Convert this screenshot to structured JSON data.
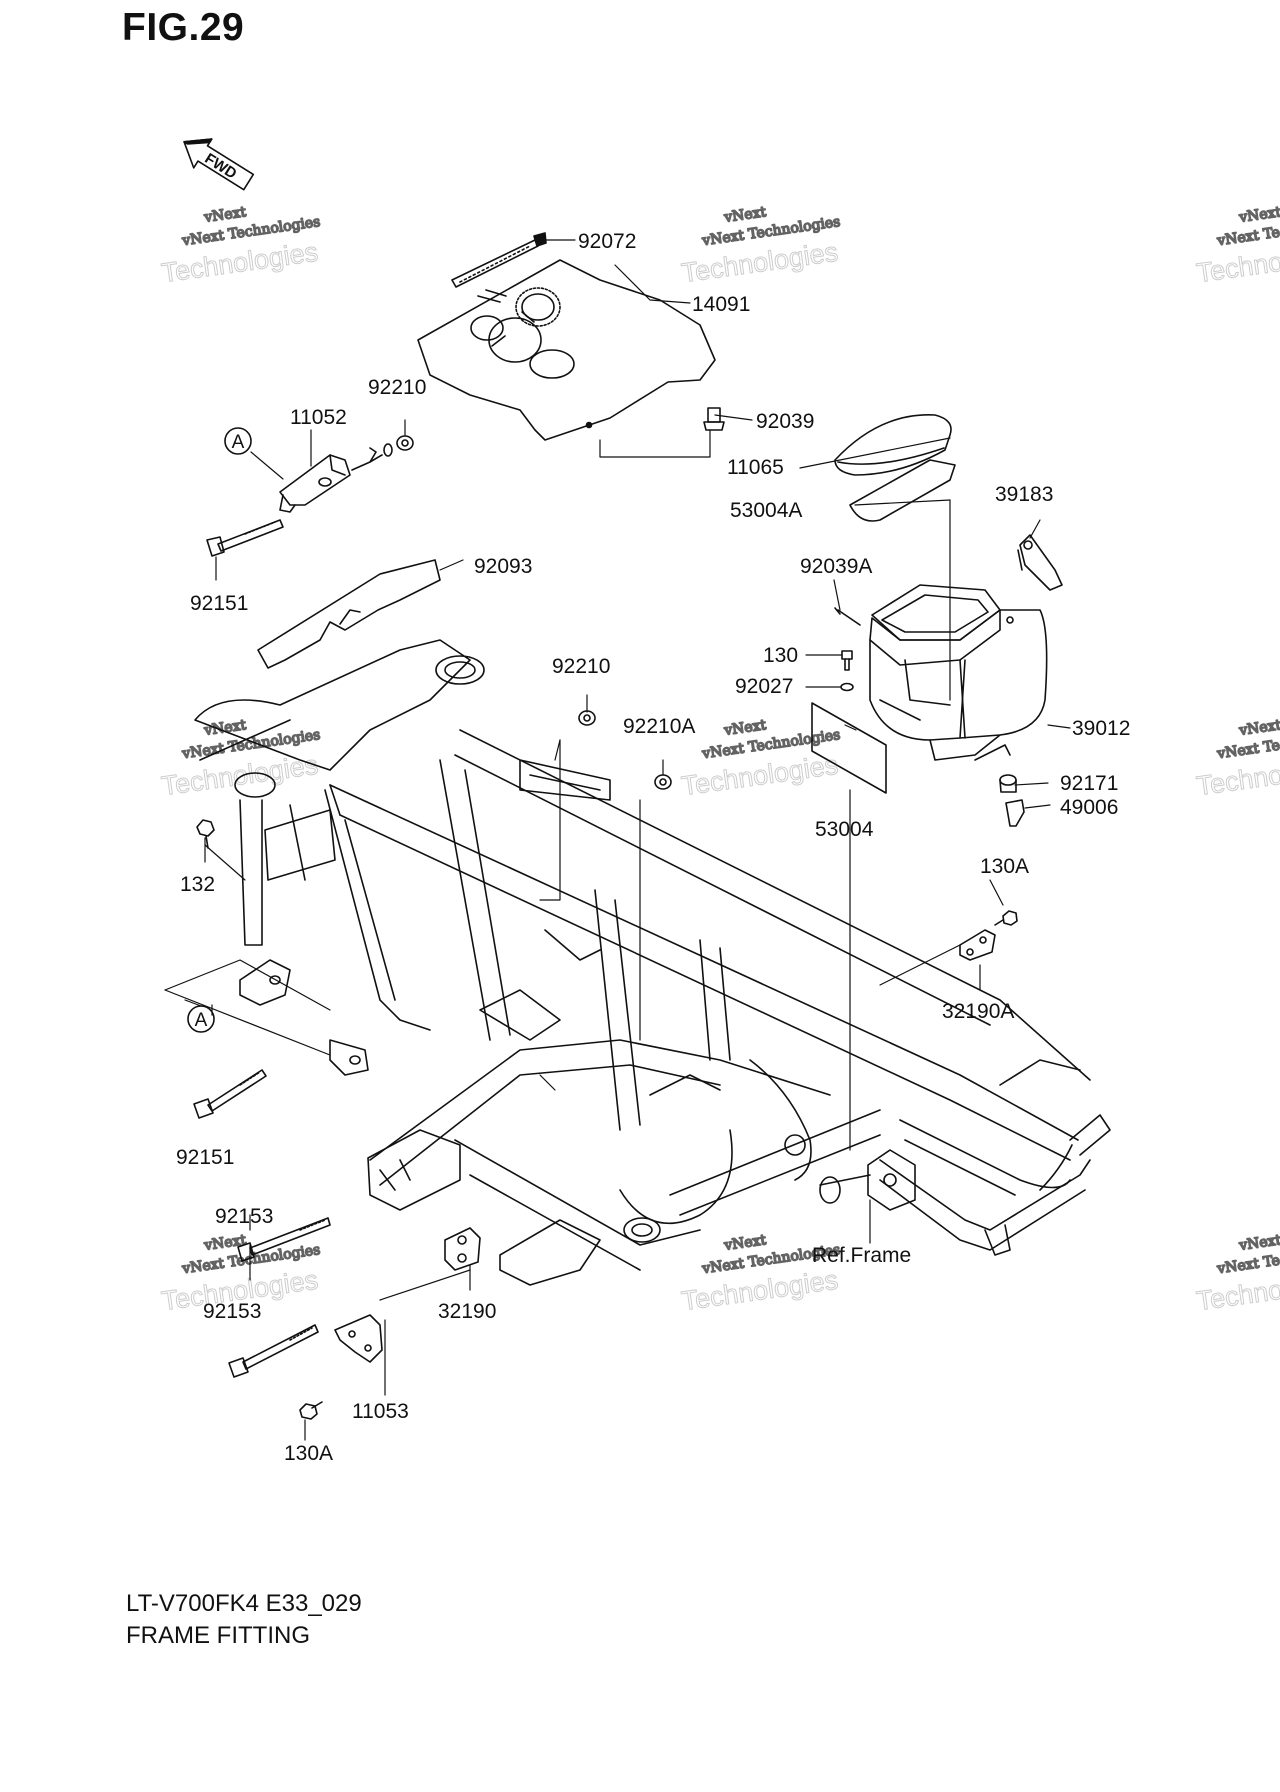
{
  "header": {
    "figure": "FIG.29"
  },
  "footer": {
    "model_code": "LT-V700FK4 E33_029",
    "section_name": "FRAME FITTING"
  },
  "fwd_arrow": {
    "label": "FWD",
    "icon": "fwd-arrow-icon"
  },
  "watermark": {
    "line1": "vNext",
    "line2": "vNext Technologies",
    "line3": "Technologies"
  },
  "callouts": {
    "a": "A"
  },
  "parts": [
    {
      "id": "92072",
      "label": "92072"
    },
    {
      "id": "14091",
      "label": "14091"
    },
    {
      "id": "92210-top",
      "label": "92210"
    },
    {
      "id": "11052",
      "label": "11052"
    },
    {
      "id": "92039",
      "label": "92039"
    },
    {
      "id": "11065",
      "label": "11065"
    },
    {
      "id": "53004A",
      "label": "53004A"
    },
    {
      "id": "39183",
      "label": "39183"
    },
    {
      "id": "92093",
      "label": "92093"
    },
    {
      "id": "92151-top",
      "label": "92151"
    },
    {
      "id": "92039A",
      "label": "92039A"
    },
    {
      "id": "130",
      "label": "130"
    },
    {
      "id": "92027",
      "label": "92027"
    },
    {
      "id": "92210-mid",
      "label": "92210"
    },
    {
      "id": "92210A",
      "label": "92210A"
    },
    {
      "id": "39012",
      "label": "39012"
    },
    {
      "id": "92171",
      "label": "92171"
    },
    {
      "id": "49006",
      "label": "49006"
    },
    {
      "id": "53004",
      "label": "53004"
    },
    {
      "id": "132",
      "label": "132"
    },
    {
      "id": "130A-right",
      "label": "130A"
    },
    {
      "id": "32190A",
      "label": "32190A"
    },
    {
      "id": "92151-bottom",
      "label": "92151"
    },
    {
      "id": "92153-a",
      "label": "92153"
    },
    {
      "id": "ref-frame",
      "label": "Ref.Frame"
    },
    {
      "id": "92153-b",
      "label": "92153"
    },
    {
      "id": "32190",
      "label": "32190"
    },
    {
      "id": "11053",
      "label": "11053"
    },
    {
      "id": "130A-bottom",
      "label": "130A"
    }
  ]
}
